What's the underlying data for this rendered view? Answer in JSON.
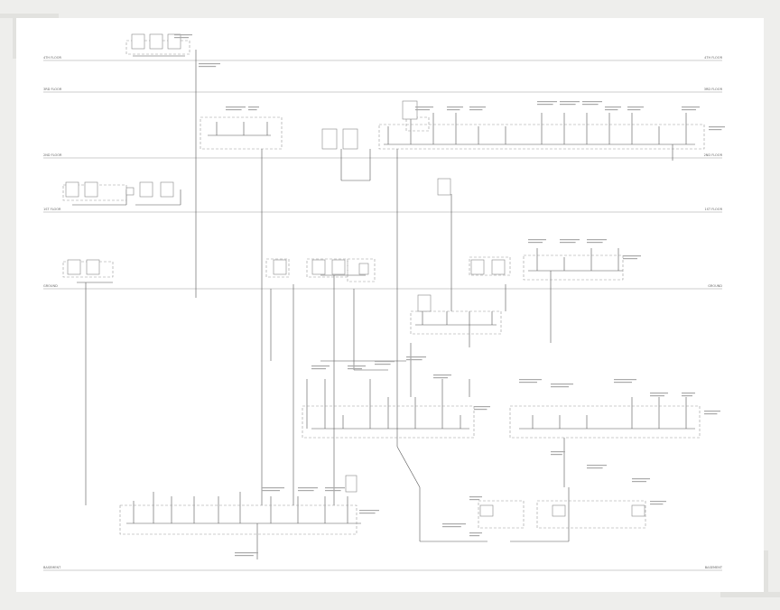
{
  "levels": [
    {
      "label": "4TH FLOOR"
    },
    {
      "label": "3RD FLOOR"
    },
    {
      "label": "2ND FLOOR"
    },
    {
      "label": "1ST FLOOR"
    },
    {
      "label": "GROUND"
    },
    {
      "label": "BASEMENT"
    }
  ],
  "colors": {
    "line": "#555555",
    "dashed": "#999999",
    "level_line": "#bbbbbb"
  }
}
